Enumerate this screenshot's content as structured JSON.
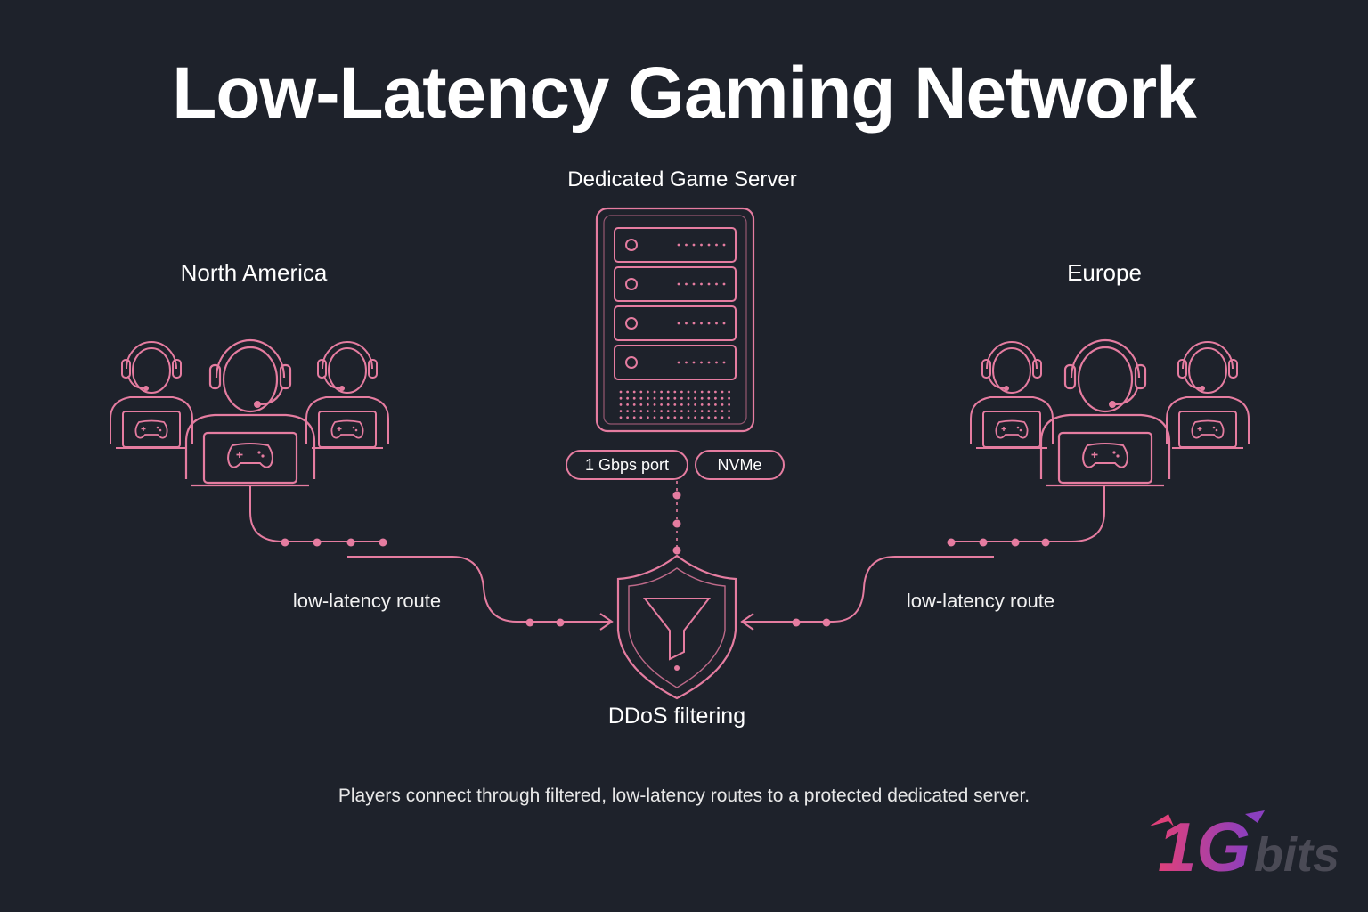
{
  "title": "Low-Latency Gaming Network",
  "server": {
    "label": "Dedicated Game Server",
    "tags": [
      "1 Gbps port",
      "NVMe"
    ]
  },
  "regions": {
    "left": "North America",
    "right": "Europe"
  },
  "routes": {
    "left": "low-latency route",
    "right": "low-latency route"
  },
  "filter": {
    "label": "DDoS filtering"
  },
  "caption": "Players connect through filtered, low-latency routes to a protected dedicated server.",
  "logo": {
    "text_main": "1G",
    "text_sub": "bits"
  },
  "colors": {
    "background": "#1e222b",
    "accent": "#e57ca0",
    "text": "#ffffff",
    "logo_pink": "#e0407a",
    "logo_purple": "#8a3fbf",
    "logo_gray": "#4a4a55"
  }
}
